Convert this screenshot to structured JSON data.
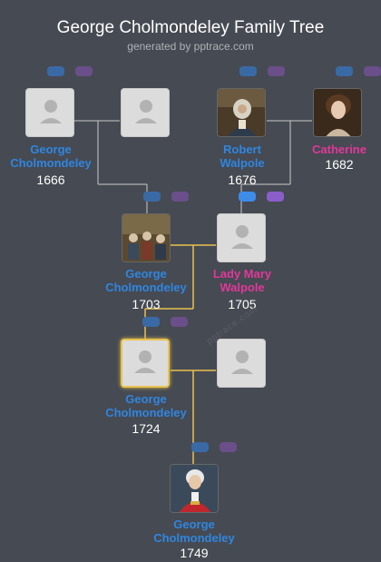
{
  "header": {
    "title": "George Cholmondeley Family Tree",
    "subtitle": "generated by pptrace.com"
  },
  "watermark": "pptrace.com",
  "colors": {
    "male": "#2f86e0",
    "female": "#e0389b",
    "line": "#c9c9c9",
    "highlight": "#e7c24f"
  },
  "people": {
    "p1": {
      "name_line1": "George",
      "name_line2": "Cholmondeley",
      "year": "1666"
    },
    "p3": {
      "name_line1": "Robert",
      "name_line2": "Walpole",
      "year": "1676"
    },
    "p4": {
      "name_line1": "Catherine",
      "year": "1682"
    },
    "p5": {
      "name_line1": "George",
      "name_line2": "Cholmondeley",
      "year": "1703"
    },
    "p6": {
      "name_line1": "Lady Mary",
      "name_line2": "Walpole",
      "year": "1705"
    },
    "p7": {
      "name_line1": "George",
      "name_line2": "Cholmondeley",
      "year": "1724"
    },
    "p9": {
      "name_line1": "George",
      "name_line2": "Cholmondeley",
      "year": "1749"
    }
  }
}
